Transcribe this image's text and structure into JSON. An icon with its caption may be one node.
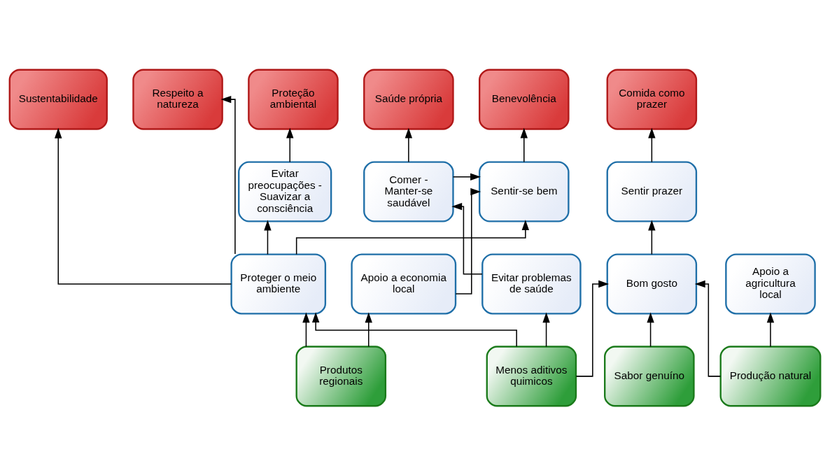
{
  "diagram": {
    "nodes": [
      {
        "text": [
          "Benevolência"
        ]
      },
      {
        "text": [
          "Sustentabilidade"
        ]
      },
      {
        "text": [
          "Proteção ambiental"
        ]
      },
      {
        "text": [
          "Respeito a natureza"
        ]
      },
      {
        "text": [
          "Comida como prazer"
        ]
      },
      {
        "text": [
          "Saúde própria"
        ]
      },
      {
        "text": [
          "Sentir-se bem"
        ]
      },
      {
        "text": [
          "Evitar preocupações - Suavizar a consciência"
        ]
      },
      {
        "text": [
          "Sentir prazer"
        ]
      },
      {
        "text": [
          "Comer - Manter-se saudável"
        ]
      },
      {
        "text": [
          "Apoio a economia local"
        ]
      },
      {
        "text": [
          "Proteger o meio ambiente"
        ]
      },
      {
        "text": [
          "Apoio a agricultura local"
        ]
      },
      {
        "text": [
          "Bom gosto"
        ]
      },
      {
        "text": [
          "Evitar problemas de saúde"
        ]
      },
      {
        "text": [
          "Produtos regionais"
        ]
      },
      {
        "text": [
          "Produção natural"
        ]
      },
      {
        "text": [
          "Sabor genuíno"
        ]
      },
      {
        "text": [
          "Menos aditivos quimicos"
        ]
      }
    ],
    "edges": [
      {
        "from": 6,
        "to": 0,
        "arrow": "to"
      },
      {
        "from": 11,
        "to": 1,
        "arrow": "to"
      },
      {
        "from": 7,
        "to": 2,
        "arrow": "to"
      },
      {
        "from": 11,
        "to": 3,
        "arrow": "to"
      },
      {
        "from": 8,
        "to": 4,
        "arrow": "to"
      },
      {
        "from": 9,
        "to": 5,
        "arrow": "to"
      },
      {
        "from": 11,
        "to": 6,
        "arrow": "to"
      },
      {
        "from": 9,
        "to": 6,
        "arrow": "to"
      },
      {
        "from": 10,
        "to": 6,
        "arrow": "to"
      },
      {
        "from": 11,
        "to": 7,
        "arrow": "to"
      },
      {
        "from": 13,
        "to": 8,
        "arrow": "to"
      },
      {
        "from": 14,
        "to": 9,
        "arrow": "to"
      },
      {
        "from": 15,
        "to": 10,
        "arrow": "to"
      },
      {
        "from": 15,
        "to": 11,
        "arrow": "to"
      },
      {
        "from": 18,
        "to": 11,
        "arrow": "to"
      },
      {
        "from": 16,
        "to": 12,
        "arrow": "to"
      },
      {
        "from": 16,
        "to": 13,
        "arrow": "to"
      },
      {
        "from": 17,
        "to": 13,
        "arrow": "to"
      },
      {
        "from": 18,
        "to": 13,
        "arrow": "to"
      },
      {
        "from": 18,
        "to": 14,
        "arrow": "to"
      }
    ]
  }
}
